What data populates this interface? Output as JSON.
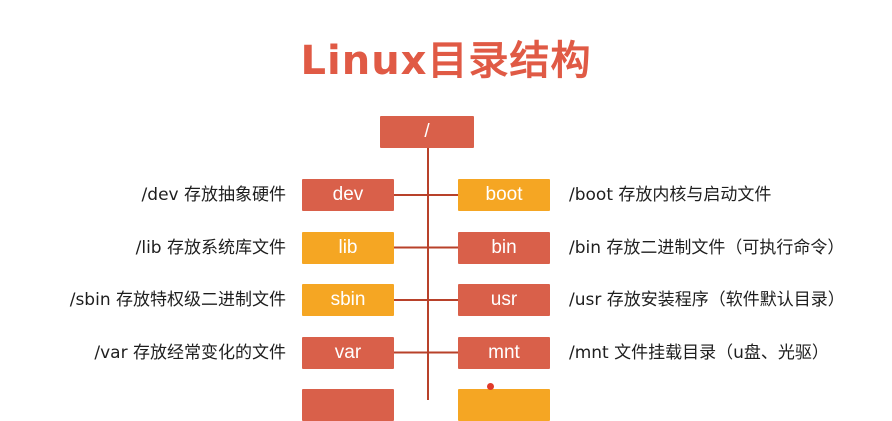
{
  "title": "Linux目录结构",
  "root": {
    "label": "/",
    "color": "#d9604a"
  },
  "colors": {
    "red_box": "#d9604a",
    "orange_box": "#f5a623",
    "line": "#b8412a"
  },
  "rows": [
    {
      "left": {
        "label": "dev",
        "desc": "/dev 存放抽象硬件",
        "color": "red"
      },
      "right": {
        "label": "boot",
        "desc": "/boot 存放内核与启动文件",
        "color": "orange"
      }
    },
    {
      "left": {
        "label": "lib",
        "desc": "/lib 存放系统库文件",
        "color": "orange"
      },
      "right": {
        "label": "bin",
        "desc": "/bin 存放二进制文件（可执行命令）",
        "color": "red"
      }
    },
    {
      "left": {
        "label": "sbin",
        "desc": "/sbin 存放特权级二进制文件",
        "color": "orange"
      },
      "right": {
        "label": "usr",
        "desc": "/usr 存放安装程序（软件默认目录）",
        "color": "red"
      }
    },
    {
      "left": {
        "label": "var",
        "desc": "/var 存放经常变化的文件",
        "color": "red"
      },
      "right": {
        "label": "mnt",
        "desc": "/mnt 文件挂载目录（u盘、光驱）",
        "color": "red"
      }
    },
    {
      "left": {
        "label": "",
        "desc": "",
        "color": "red"
      },
      "right": {
        "label": "",
        "desc": "",
        "color": "orange"
      }
    }
  ]
}
